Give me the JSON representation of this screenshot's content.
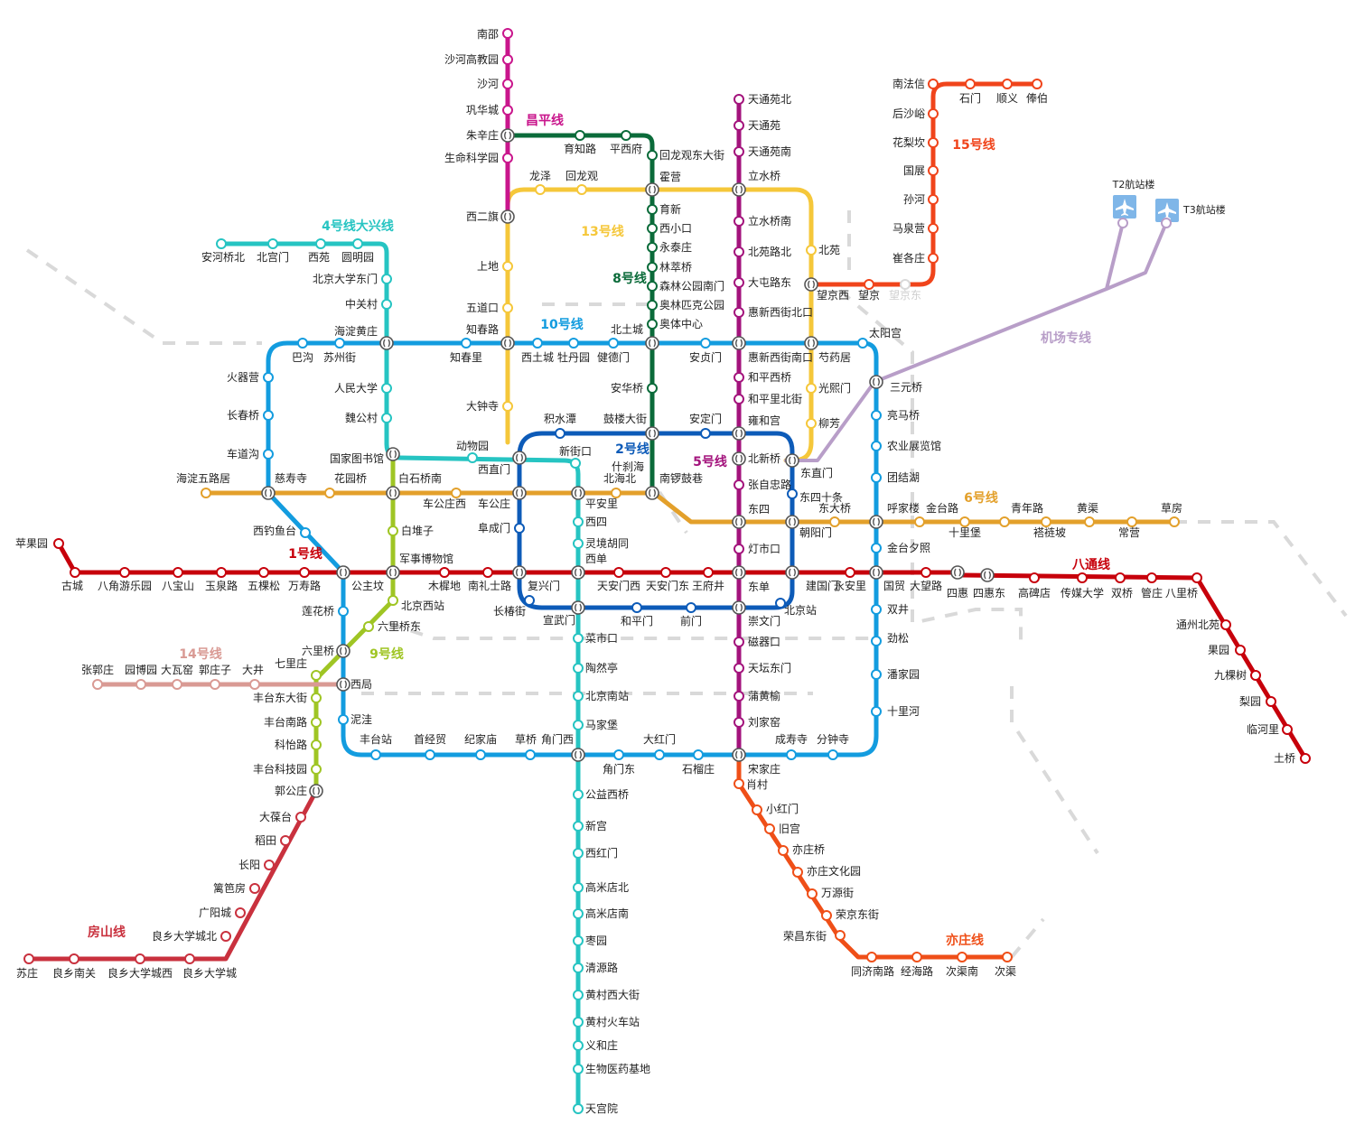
{
  "map": {
    "lines": [
      {
        "id": "l1",
        "label": "1号线",
        "color": "#c7000b"
      },
      {
        "id": "batong",
        "label": "八通线",
        "color": "#c7000b"
      },
      {
        "id": "l2",
        "label": "2号线",
        "color": "#0d5bb8"
      },
      {
        "id": "l4",
        "label": "4号线大兴线",
        "color": "#26c4c2"
      },
      {
        "id": "l5",
        "label": "5号线",
        "color": "#a3137c"
      },
      {
        "id": "l6",
        "label": "6号线",
        "color": "#e3a02b"
      },
      {
        "id": "l8",
        "label": "8号线",
        "color": "#0b6b3a"
      },
      {
        "id": "l9",
        "label": "9号线",
        "color": "#9fc524"
      },
      {
        "id": "l10",
        "label": "10号线",
        "color": "#139cdf"
      },
      {
        "id": "l13",
        "label": "13号线",
        "color": "#f5c73a"
      },
      {
        "id": "l14",
        "label": "14号线",
        "color": "#d99a94"
      },
      {
        "id": "l15",
        "label": "15号线",
        "color": "#f0441b"
      },
      {
        "id": "changping",
        "label": "昌平线",
        "color": "#c9168c"
      },
      {
        "id": "fangshan",
        "label": "房山线",
        "color": "#c9313e"
      },
      {
        "id": "yizhuang",
        "label": "亦庄线",
        "color": "#ef4f18"
      },
      {
        "id": "airport",
        "label": "机场专线",
        "color": "#b89ec8"
      }
    ],
    "airport_terminals": [
      {
        "label": "T2航站楼",
        "icon": "airplane-icon"
      },
      {
        "label": "T3航站楼",
        "icon": "airplane-icon"
      }
    ],
    "stations": [
      "南邵",
      "沙河高教园",
      "沙河",
      "巩华城",
      "朱辛庄",
      "生命科学园",
      "西二旗",
      "育知路",
      "平西府",
      "回龙观东大街",
      "龙泽",
      "回龙观",
      "霍营",
      "育新",
      "西小口",
      "永泰庄",
      "林萃桥",
      "森林公园南门",
      "奥林匹克公园",
      "奥体中心",
      "天通苑北",
      "天通苑",
      "天通苑南",
      "立水桥",
      "立水桥南",
      "北苑路北",
      "大屯路东",
      "惠新西街北口",
      "惠新西街南口",
      "和平西桥",
      "和平里北街",
      "雍和宫",
      "北新桥",
      "张自忠路",
      "东四",
      "灯市口",
      "东单",
      "崇文门",
      "磁器口",
      "天坛东门",
      "蒲黄榆",
      "刘家窑",
      "宋家庄",
      "南法信",
      "石门",
      "顺义",
      "俸伯",
      "后沙峪",
      "花梨坎",
      "国展",
      "孙河",
      "马泉营",
      "崔各庄",
      "望京",
      "望京西",
      "望京东",
      "北苑",
      "芍药居",
      "光熙门",
      "柳芳",
      "东直门",
      "三元桥",
      "太阳宫",
      "安河桥北",
      "北宫门",
      "西苑",
      "圆明园",
      "北京大学东门",
      "中关村",
      "海淀黄庄",
      "人民大学",
      "魏公村",
      "国家图书馆",
      "动物园",
      "西直门",
      "新街口",
      "平安里",
      "西四",
      "灵境胡同",
      "西单",
      "宣武门",
      "菜市口",
      "陶然亭",
      "北京南站",
      "马家堡",
      "角门西",
      "公益西桥",
      "新宫",
      "西红门",
      "高米店北",
      "高米店南",
      "枣园",
      "清源路",
      "黄村西大街",
      "黄村火车站",
      "义和庄",
      "生物医药基地",
      "天宫院",
      "巴沟",
      "苏州街",
      "知春路",
      "知春里",
      "西土城",
      "牡丹园",
      "健德门",
      "北土城",
      "安华桥",
      "安贞门",
      "上地",
      "五道口",
      "大钟寺",
      "火器营",
      "长春桥",
      "车道沟",
      "慈寿寺",
      "西钓鱼台",
      "公主坟",
      "莲花桥",
      "六里桥",
      "西局",
      "泥洼",
      "丰台站",
      "首经贸",
      "纪家庙",
      "草桥",
      "角门东",
      "大红门",
      "石榴庄",
      "成寿寺",
      "分钟寺",
      "十里河",
      "潘家园",
      "劲松",
      "双井",
      "国贸",
      "金台夕照",
      "呼家楼",
      "团结湖",
      "农业展览馆",
      "亮马桥",
      "积水潭",
      "鼓楼大街",
      "安定门",
      "什刹海",
      "南锣鼓巷",
      "北海北",
      "东四十条",
      "朝阳门",
      "建国门",
      "北京站",
      "前门",
      "和平门",
      "长椿街",
      "复兴门",
      "阜成门",
      "车公庄",
      "海淀五路居",
      "花园桥",
      "白石桥南",
      "车公庄西",
      "东大桥",
      "金台路",
      "十里堡",
      "青年路",
      "褡裢坡",
      "黄渠",
      "常营",
      "草房",
      "苹果园",
      "古城",
      "八角游乐园",
      "八宝山",
      "玉泉路",
      "五棵松",
      "万寿路",
      "军事博物馆",
      "木樨地",
      "南礼士路",
      "天安门西",
      "天安门东",
      "王府井",
      "永安里",
      "大望路",
      "四惠",
      "四惠东",
      "高碑店",
      "传媒大学",
      "双桥",
      "管庄",
      "八里桥",
      "通州北苑",
      "果园",
      "九棵树",
      "梨园",
      "临河里",
      "土桥",
      "白堆子",
      "北京西站",
      "六里桥东",
      "七里庄",
      "丰台东大街",
      "丰台南路",
      "科怡路",
      "丰台科技园",
      "郭公庄",
      "大葆台",
      "稻田",
      "长阳",
      "篱笆房",
      "广阳城",
      "良乡大学城北",
      "良乡大学城",
      "良乡大学城西",
      "良乡南关",
      "苏庄",
      "张郭庄",
      "园博园",
      "大瓦窑",
      "郭庄子",
      "大井",
      "肖村",
      "小红门",
      "旧宫",
      "亦庄桥",
      "亦庄文化园",
      "万源街",
      "荣京东街",
      "荣昌东街",
      "同济南路",
      "经海路",
      "次渠南",
      "次渠"
    ]
  }
}
